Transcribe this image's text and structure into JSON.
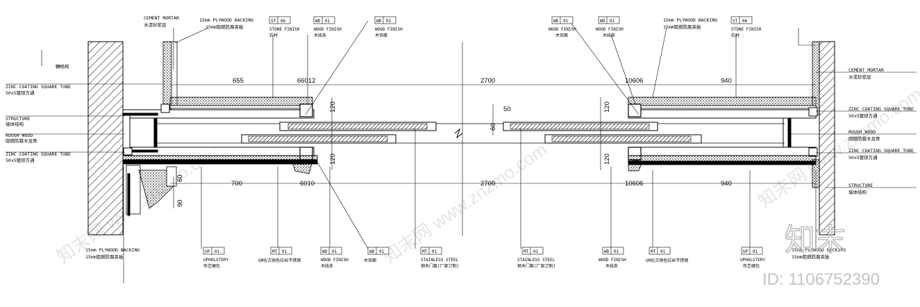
{
  "dimensions": {
    "top_left": "655",
    "top_left_small": "66012",
    "top_center": "2700",
    "top_right_small": "10606",
    "top_right": "940",
    "v_left_top": "120",
    "v_left_bottom": "120",
    "v_right_top": "120",
    "v_right_bottom": "120",
    "bottom_left": "700",
    "bottom_left_small": "6010",
    "bottom_center": "2700",
    "bottom_right_small": "10606",
    "bottom_right": "940",
    "v_small_left": "60",
    "v_small_left2": "90",
    "gap_right": "50",
    "tiny_v": "60"
  },
  "tags": {
    "top": [
      {
        "code": "ST",
        "num": "06",
        "en": "STONE FINISH",
        "cn": "石材"
      },
      {
        "code": "WD",
        "num": "01",
        "en": "WOOD FINISH",
        "cn": "木线条"
      },
      {
        "code": "WD",
        "num": "01",
        "en": "WOOD FINISH",
        "cn": "木饰面"
      },
      {
        "code": "WD",
        "num": "01",
        "en": "WOOD FINISH",
        "cn": "木饰面"
      },
      {
        "code": "WD",
        "num": "01",
        "en": "WOOD FINISH",
        "cn": "木线条"
      },
      {
        "code": "ST",
        "num": "06",
        "en": "STONE FINISH",
        "cn": "石材"
      }
    ],
    "bottom": [
      {
        "code": "UP",
        "num": "01",
        "en": "UPHOLSTERY",
        "cn": "布艺硬包"
      },
      {
        "code": "MT",
        "num": "01",
        "en": "",
        "cn": "GM化古铜色拉丝不锈钢"
      },
      {
        "code": "WD",
        "num": "01",
        "en": "WOOD FINISH",
        "cn": "木线条"
      },
      {
        "code": "WD",
        "num": "01",
        "en": "",
        "cn": "木饰面"
      },
      {
        "code": "MT",
        "num": "01",
        "en": "STAINLESS STEEL",
        "cn": "钢木门套(厂家订制)"
      },
      {
        "code": "MT",
        "num": "01",
        "en": "STAINLESS STEEL",
        "cn": "钢木门套(厂家订制)"
      },
      {
        "code": "WD",
        "num": "01",
        "en": "WOOD FINISH",
        "cn": "木线条"
      },
      {
        "code": "MT",
        "num": "01",
        "en": "",
        "cn": "GM化古铜色拉丝不锈钢"
      },
      {
        "code": "UP",
        "num": "01",
        "en": "UPHOLSTERY",
        "cn": "布艺硬包"
      }
    ]
  },
  "labels": {
    "cement_mortar_top_en": "CEMENT MORTAR",
    "cement_mortar_top_cn": "水泥砂浆层",
    "plywood_top_en": "15mm PLYWOOD BACKING",
    "plywood_top_cn": "15mm阻燃防腐夹板",
    "plywood_top_right_en": "15mm PLYWOOD BACKING",
    "plywood_top_right_cn": "15mm阻燃防腐夹板",
    "left_1": "钢结构",
    "left_2_en": "ZINC COATING SQUARE TUBE",
    "left_2_cn": "50x5镀锌方通",
    "left_3_en": "STRUCTURE",
    "left_3_cn": "墙体结构",
    "left_4_en": "ROUGH WOOD",
    "left_4_cn": "阻燃防腐木龙骨",
    "left_5_en": "ZINC COATING SQUARE TUBE",
    "left_5_cn": "50x5镀锌方通",
    "right_1_en": "CEMENT MORTAR",
    "right_1_cn": "水泥砂浆层",
    "right_2_en": "ZINC COATING SQUARE TUBE",
    "right_2_cn": "50x5镀锌方通",
    "right_3_en": "ROUGH WOOD",
    "right_3_cn": "阻燃防腐木龙骨",
    "right_4_en": "ZINC COATING SQUARE TUBE",
    "right_4_cn": "50x5镀锌方通",
    "right_5_en": "STRUCTURE",
    "right_5_cn": "墙体结构",
    "bottom_left_en": "15mm PLYWOOD BACKING",
    "bottom_left_cn": "15mm阻燃防腐夹板",
    "bottom_right_en": "15mm PLYWOOD BACKING",
    "bottom_right_cn": "15mm阻燃防腐夹板"
  },
  "watermark": {
    "logo_text": "知末",
    "id_text": "ID: 1106752390"
  }
}
